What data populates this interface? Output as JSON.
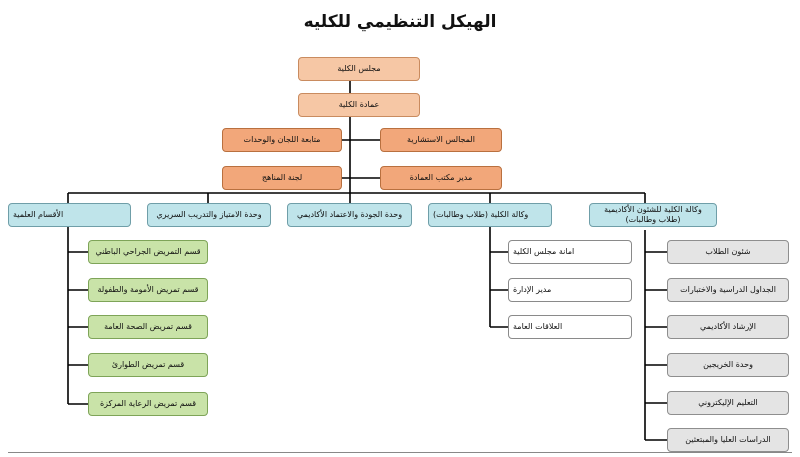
{
  "title": "الهيكل التنظيمي للكليه",
  "top": {
    "council": "مجلس الكلية",
    "deanship": "عمادة الكلية"
  },
  "staff": {
    "advisory_councils": "المجالس الاستشارية",
    "committees_followup": "متابعة اللجان والوحدات",
    "dean_office_director": "مدير مكتب العمادة",
    "curricula_committee": "لجنة المناهج"
  },
  "level2": {
    "academic_affairs_vice": "وكالة الكلية للشئون الأكاديمية (طلاب وطالبات)",
    "student_affairs_vice": "وكالة الكلية (طلاب وطالبات)",
    "quality_unit": "وحدة الجودة والاعتماد الأكاديمي",
    "excellence_unit": "وحدة الامتياز والتدريب السريري",
    "academic_departments": "الأقسام العلمية"
  },
  "departments": [
    "قسم التمريض الجراحي الباطني",
    "قسم تمريض الأمومة والطفولة",
    "قسم تمريض الصحة العامة",
    "قسم تمريض الطوارئ",
    "قسم تمريض الرعاية المركزة"
  ],
  "vice_units": [
    "امانة مجلس الكلية",
    "مدير الإدارة",
    "العلاقات العامة"
  ],
  "academic_units": [
    "شئون الطلاب",
    "الجداول الدراسية والاختبارات",
    "الإرشاد الأكاديمي",
    "وحدة الخريجين",
    "التعليم الإليكتروني",
    "الدراسات العليا والمبتعثين"
  ]
}
